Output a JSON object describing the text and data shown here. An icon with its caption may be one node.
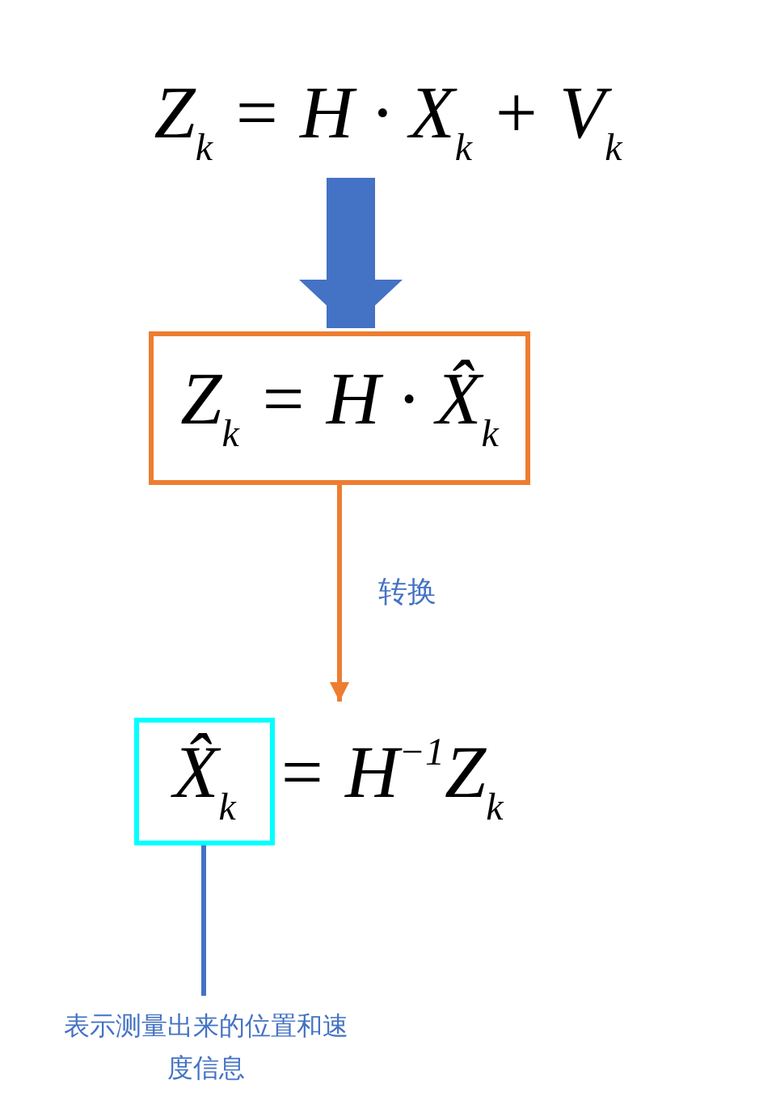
{
  "diagram": {
    "nodes": [
      {
        "text": [
          "Z$_{k}$ = H · X$_{k}$ + V$_{k}$"
        ]
      },
      {
        "text": [
          "Z$_{k}$ = H · X̂$_{k}$"
        ]
      },
      {
        "text": [
          "= H$^{−1}$Z$_{k}$"
        ]
      },
      {
        "text": [
          "X̂$_{k}$"
        ],
        "in": 2
      },
      {
        "text": [
          "表示测量出来的位置和速度信息"
        ]
      }
    ],
    "edges": [
      {
        "from": 0,
        "to": 1,
        "arrow": "to",
        "style": "thick",
        "color": "#4472c4"
      },
      {
        "from": 1,
        "to": 2,
        "arrow": "to",
        "label": "转换",
        "color": "#ed7d31"
      },
      {
        "from": 4,
        "to": 3,
        "arrow": "none",
        "color": "#4472c4"
      }
    ]
  }
}
